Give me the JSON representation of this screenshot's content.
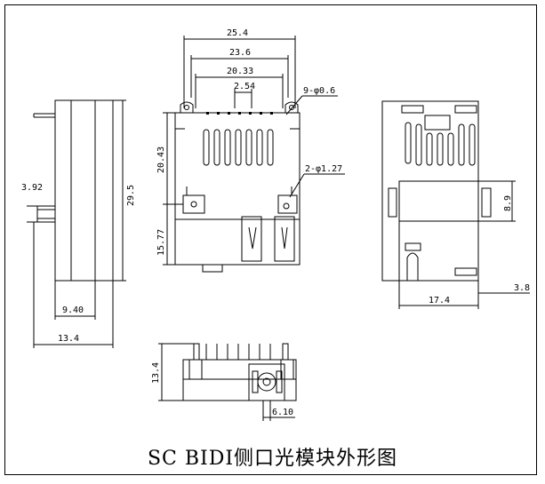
{
  "caption": "SC BIDI侧口光模块外形图",
  "dims": {
    "side_height": "29.5",
    "side_pin": "3.92",
    "side_body_w": "9.40",
    "side_total_w": "13.4",
    "top_w1": "25.4",
    "top_w2": "23.6",
    "top_w3": "20.33",
    "top_pitch": "2.54",
    "pin_holes": "9-φ0.6",
    "top_h1": "20.43",
    "top_h2": "15.77",
    "post_holes": "2-φ1.27",
    "back_h": "8.9",
    "back_w": "17.4",
    "back_off": "3.8",
    "front_h": "13.4",
    "front_port": "6.10"
  }
}
